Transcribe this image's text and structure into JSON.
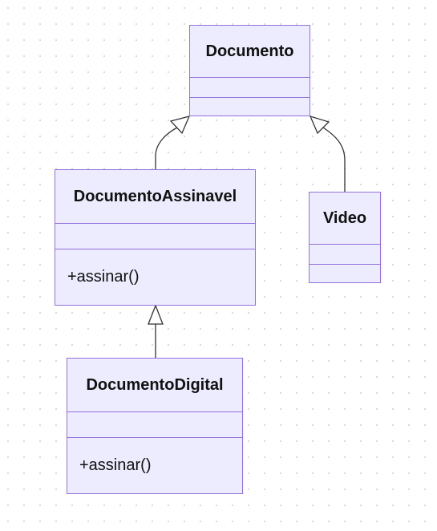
{
  "diagram": {
    "type": "uml-class-diagram",
    "classes": [
      {
        "id": "documento",
        "name": "Documento",
        "attributes": [],
        "methods": []
      },
      {
        "id": "assinavel",
        "name": "DocumentoAssinavel",
        "attributes": [],
        "methods": [
          "+assinar()"
        ]
      },
      {
        "id": "video",
        "name": "Video",
        "attributes": [],
        "methods": []
      },
      {
        "id": "digital",
        "name": "DocumentoDigital",
        "attributes": [],
        "methods": [
          "+assinar()"
        ]
      }
    ],
    "relations": [
      {
        "from": "DocumentoAssinavel",
        "to": "Documento",
        "type": "inheritance"
      },
      {
        "from": "Video",
        "to": "Documento",
        "type": "inheritance"
      },
      {
        "from": "DocumentoDigital",
        "to": "DocumentoAssinavel",
        "type": "inheritance"
      }
    ]
  },
  "colors": {
    "box_fill": "#ececfe",
    "box_border": "#9370db",
    "text": "#111111",
    "edge": "#333333"
  }
}
